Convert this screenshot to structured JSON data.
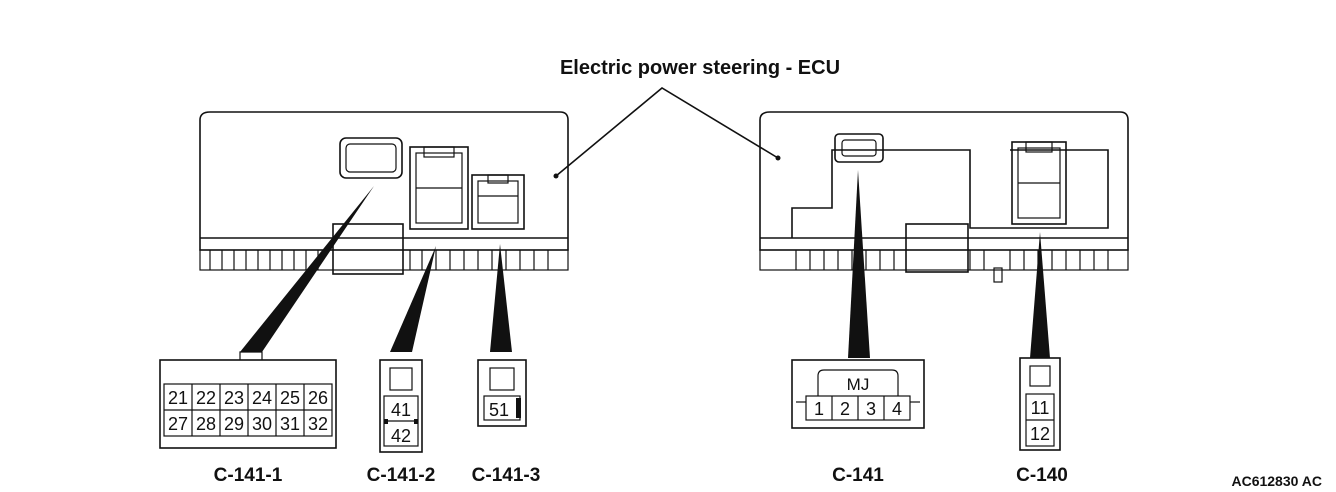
{
  "title": "Electric power steering - ECU",
  "figure_id": "AC612830 AC",
  "connectors": {
    "c141_1": {
      "label": "C-141-1",
      "row1": [
        "21",
        "22",
        "23",
        "24",
        "25",
        "26"
      ],
      "row2": [
        "27",
        "28",
        "29",
        "30",
        "31",
        "32"
      ]
    },
    "c141_2": {
      "label": "C-141-2",
      "pins": [
        "41",
        "42"
      ]
    },
    "c141_3": {
      "label": "C-141-3",
      "pins": [
        "51"
      ]
    },
    "c141": {
      "label": "C-141",
      "tag": "MJ",
      "pins": [
        "1",
        "2",
        "3",
        "4"
      ]
    },
    "c140": {
      "label": "C-140",
      "pins": [
        "11",
        "12"
      ]
    }
  }
}
